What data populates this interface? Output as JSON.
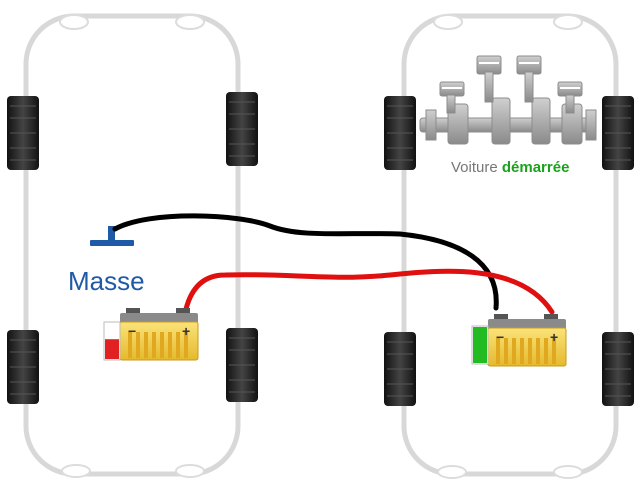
{
  "labels": {
    "ground": "Masse",
    "status_prefix": "Voiture ",
    "status_word": "démarrée"
  },
  "battery_terminals": {
    "negative": "−",
    "positive": "+"
  },
  "charge_levels": {
    "left_car_battery": 0.55,
    "right_car_battery": 1.0
  },
  "colors": {
    "car_outline": "#d6d6d6",
    "tire": "#2b2b2b",
    "ground_symbol": "#1f5aa6",
    "positive_cable": "#e01010",
    "negative_cable": "#000000",
    "battery_body": "#f2d24a",
    "battery_top": "#7b7b7b",
    "gauge_low": "#e22222",
    "gauge_full": "#22bb22",
    "engine": "#a8a8a8",
    "status_text": "#777777",
    "status_ok": "#1aa31a"
  },
  "icons": [
    "tire",
    "ground-symbol",
    "car-battery",
    "charge-gauge",
    "engine"
  ]
}
